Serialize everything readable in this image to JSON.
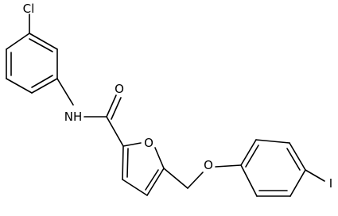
{
  "molecule": {
    "atoms": {
      "cl": "Cl",
      "nh": "NH",
      "o_carbonyl": "O",
      "o_furan": "O",
      "o_ether": "O",
      "iodine": "I"
    }
  },
  "colors": {
    "bond": "#000000",
    "text": "#000000",
    "background": "#ffffff"
  }
}
